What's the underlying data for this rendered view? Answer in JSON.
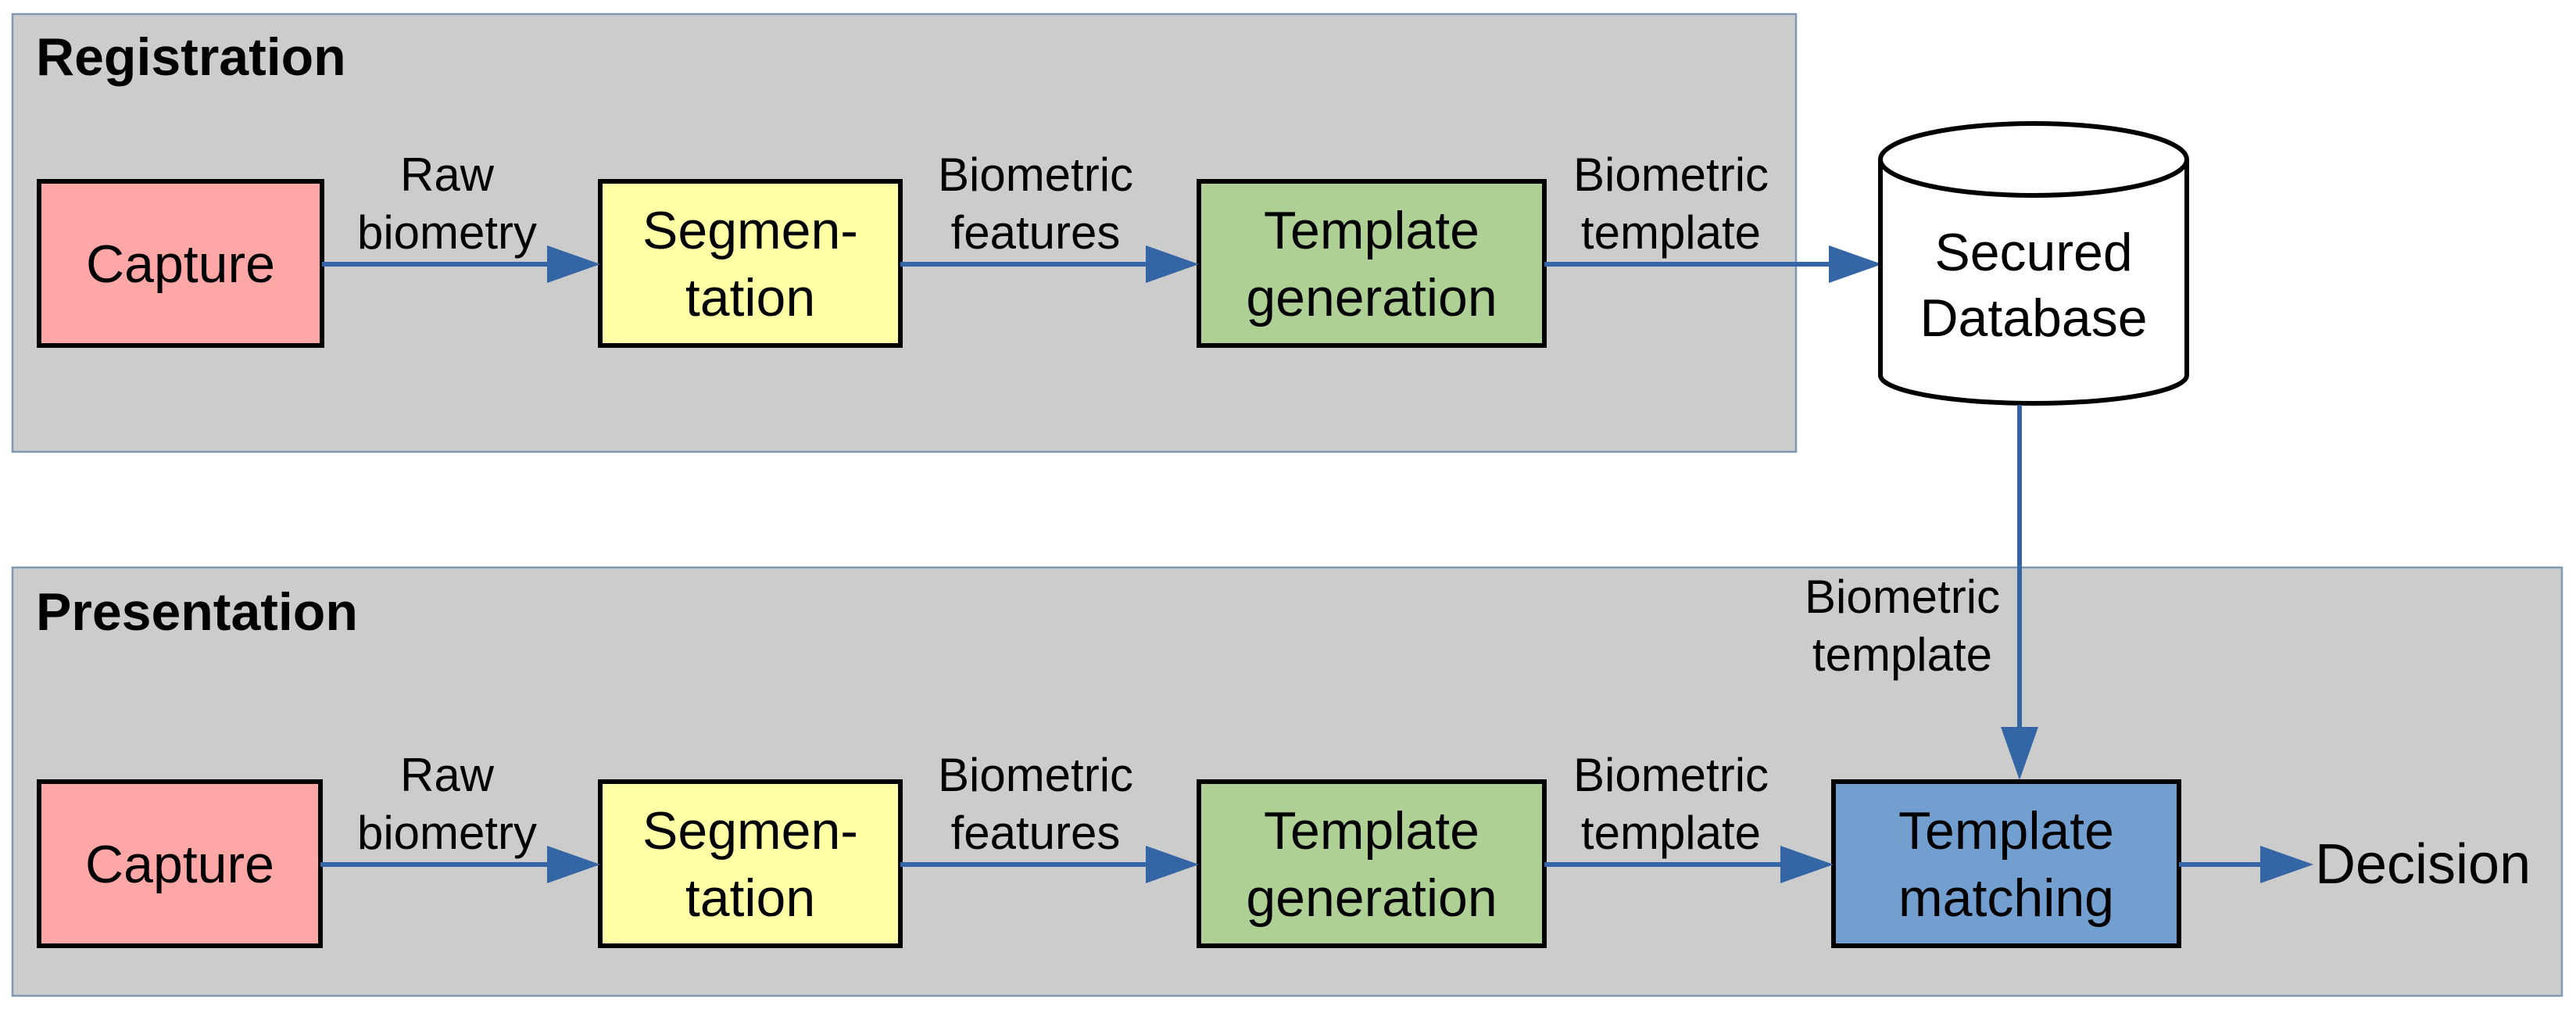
{
  "registration": {
    "title": "Registration",
    "capture": "Capture",
    "segmentation": [
      "Segmen-",
      "tation"
    ],
    "template_generation": [
      "Template",
      "generation"
    ],
    "edge_raw": [
      "Raw",
      "biometry"
    ],
    "edge_features": [
      "Biometric",
      "features"
    ],
    "edge_template": [
      "Biometric",
      "template"
    ]
  },
  "database": {
    "label": [
      "Secured",
      "Database"
    ],
    "edge_template": [
      "Biometric",
      "template"
    ]
  },
  "presentation": {
    "title": "Presentation",
    "capture": "Capture",
    "segmentation": [
      "Segmen-",
      "tation"
    ],
    "template_generation": [
      "Template",
      "generation"
    ],
    "template_matching": [
      "Template",
      "matching"
    ],
    "edge_raw": [
      "Raw",
      "biometry"
    ],
    "edge_features": [
      "Biometric",
      "features"
    ],
    "edge_template": [
      "Biometric",
      "template"
    ],
    "decision": "Decision"
  },
  "colors": {
    "panel": "#cccccc",
    "capture": "#ffa6a6",
    "segmentation": "#ffffa6",
    "template_generation": "#afd095",
    "template_matching": "#729fcf",
    "arrow": "#3465a4"
  }
}
